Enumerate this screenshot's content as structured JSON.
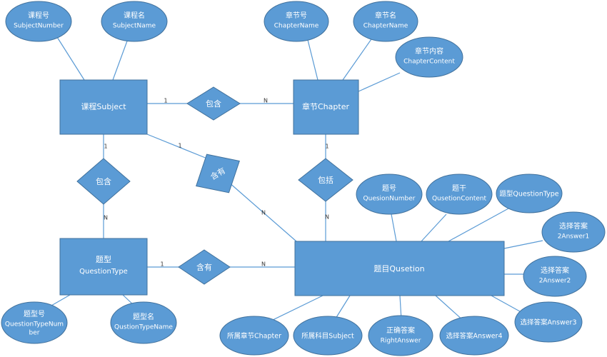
{
  "entities": {
    "subject": "课程Subject",
    "chapter": "章节Chapter",
    "question": "题目Qusetion",
    "questiontype": [
      "题型",
      "QuestionType"
    ]
  },
  "relationships": {
    "subject_chapter": "包含",
    "subject_questiontype": "包含",
    "subject_question": "含有",
    "chapter_question": "包括",
    "questiontype_question": "含有"
  },
  "attributes": {
    "subject_number": [
      "课程号",
      "SubjectNumber"
    ],
    "subject_name": [
      "课程名",
      "SubjectName"
    ],
    "chapter_name_1": [
      "章节号",
      "ChapterName"
    ],
    "chapter_name_2": [
      "章节名",
      "ChapterName"
    ],
    "chapter_content": [
      "章节内容",
      "ChapterContent"
    ],
    "question_number": [
      "题号",
      "QuesionNumber"
    ],
    "question_content": [
      "题干",
      "QusetionContent"
    ],
    "question_type": [
      "题型QuestionType"
    ],
    "answer1": [
      "选择答案",
      "2Answer1"
    ],
    "answer2": [
      "选择答案",
      "2Answer2"
    ],
    "answer3": [
      "选择答案Answer3"
    ],
    "answer4": [
      "选择答案Answer4"
    ],
    "right_answer": [
      "正确答案",
      "RightAnswer"
    ],
    "belong_subject": [
      "所属科目Subject"
    ],
    "belong_chapter": [
      "所属章节Chapter"
    ],
    "type_number": [
      "题型号",
      "QuestionTypeNum",
      "ber"
    ],
    "type_name": [
      "题型名",
      "QustionTypeName"
    ]
  },
  "cardinalities": {
    "one": "1",
    "many": "N"
  },
  "colors": {
    "shape_fill": "#5b9bd5",
    "shape_stroke": "#41719c",
    "line": "#5b9bd5",
    "text_on_shape": "#ffffff"
  }
}
